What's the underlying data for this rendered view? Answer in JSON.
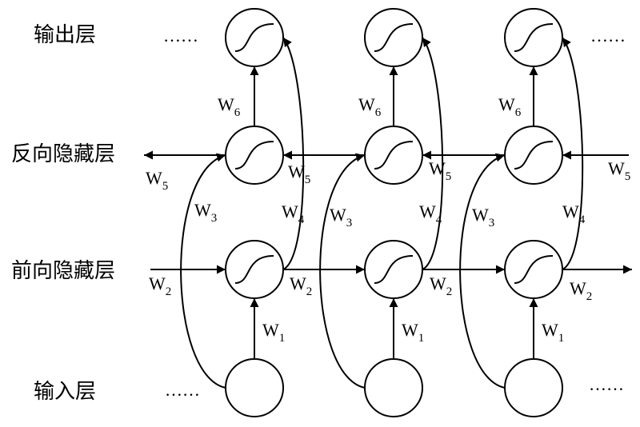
{
  "layers": {
    "output": "输出层",
    "backward": "反向隐藏层",
    "forward": "前向隐藏层",
    "input": "输入层"
  },
  "ellipsis": "……",
  "weight_symbol": "W",
  "weights": {
    "w1": "1",
    "w2": "2",
    "w3": "3",
    "w4": "4",
    "w5": "5",
    "w6": "6"
  },
  "time_steps": 3,
  "colors": {
    "stroke": "#000000",
    "background": "#ffffff"
  }
}
